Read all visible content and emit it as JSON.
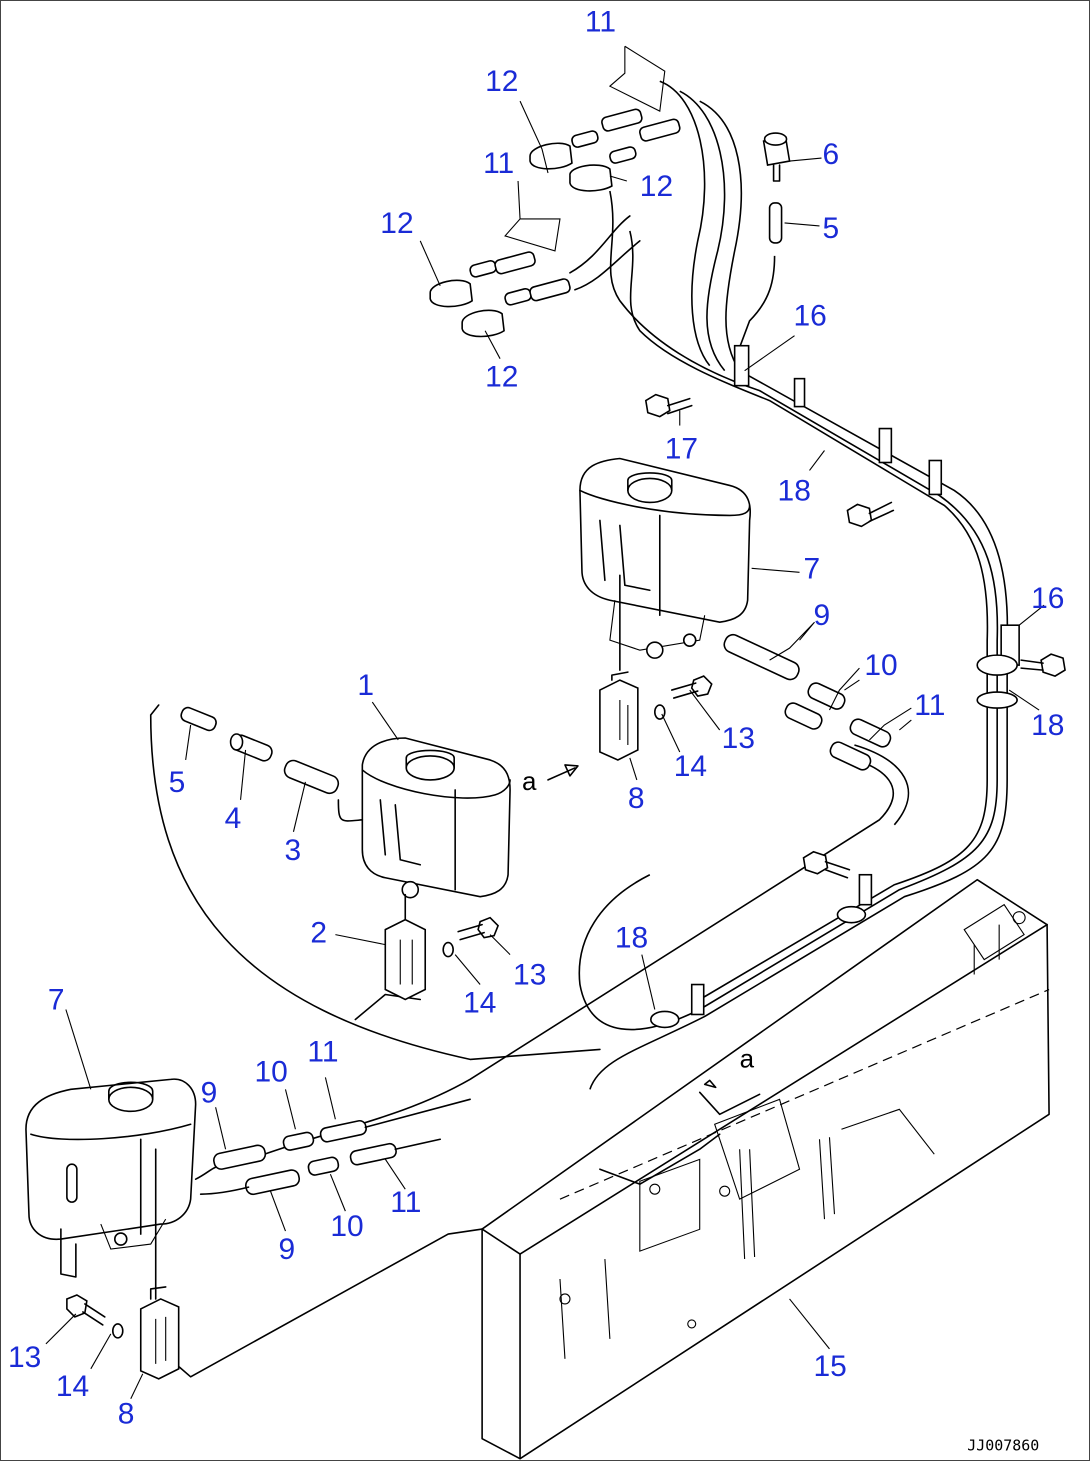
{
  "drawing_code": "JJ007860",
  "reference_letters": [
    "a",
    "a"
  ],
  "callouts": [
    {
      "id": "c-11-top",
      "label": "11"
    },
    {
      "id": "c-12-a",
      "label": "12"
    },
    {
      "id": "c-11-b",
      "label": "11"
    },
    {
      "id": "c-12-b",
      "label": "12"
    },
    {
      "id": "c-6",
      "label": "6"
    },
    {
      "id": "c-12-c",
      "label": "12"
    },
    {
      "id": "c-5-top",
      "label": "5"
    },
    {
      "id": "c-12-d",
      "label": "12"
    },
    {
      "id": "c-16-top",
      "label": "16"
    },
    {
      "id": "c-17",
      "label": "17"
    },
    {
      "id": "c-18-top",
      "label": "18"
    },
    {
      "id": "c-7-mid",
      "label": "7"
    },
    {
      "id": "c-9-mid",
      "label": "9"
    },
    {
      "id": "c-16-right",
      "label": "16"
    },
    {
      "id": "c-10-mid",
      "label": "10"
    },
    {
      "id": "c-11-mid",
      "label": "11"
    },
    {
      "id": "c-18-right",
      "label": "18"
    },
    {
      "id": "c-1",
      "label": "1"
    },
    {
      "id": "c-13-mid",
      "label": "13"
    },
    {
      "id": "c-5-left",
      "label": "5"
    },
    {
      "id": "c-14-mid",
      "label": "14"
    },
    {
      "id": "c-8-mid",
      "label": "8"
    },
    {
      "id": "c-4",
      "label": "4"
    },
    {
      "id": "c-3",
      "label": "3"
    },
    {
      "id": "c-18-low",
      "label": "18"
    },
    {
      "id": "c-2",
      "label": "2"
    },
    {
      "id": "c-13-low",
      "label": "13"
    },
    {
      "id": "c-14-low",
      "label": "14"
    },
    {
      "id": "c-7-left",
      "label": "7"
    },
    {
      "id": "c-11-low-a",
      "label": "11"
    },
    {
      "id": "c-10-low-a",
      "label": "10"
    },
    {
      "id": "c-9-low-a",
      "label": "9"
    },
    {
      "id": "c-11-low-b",
      "label": "11"
    },
    {
      "id": "c-9-low-b",
      "label": "9"
    },
    {
      "id": "c-10-low-b",
      "label": "10"
    },
    {
      "id": "c-13-bottom",
      "label": "13"
    },
    {
      "id": "c-14-bottom",
      "label": "14"
    },
    {
      "id": "c-15",
      "label": "15"
    },
    {
      "id": "c-8-bottom",
      "label": "8"
    }
  ]
}
